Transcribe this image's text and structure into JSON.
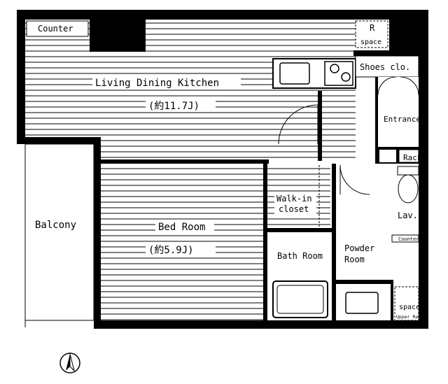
{
  "rooms": {
    "counter_top": "Counter",
    "r_label": "R",
    "space_top": "space",
    "ldk_name": "Living Dining Kitchen",
    "ldk_area": "(約11.7J)",
    "shoes": "Shoes clo.",
    "entrance": "Entrance",
    "rack": "Rack",
    "balcony": "Balcony",
    "bedroom_name": "Bed Room",
    "bedroom_area": "(約5.9J)",
    "walkin_1": "Walk-in",
    "walkin_2": "closet",
    "bath": "Bath Room",
    "powder_1": "Powder",
    "powder_2": "Room",
    "lav": "Lav.",
    "counter_small": "Counter",
    "space_bottom": "space",
    "upper_rack": "Upper Rack"
  },
  "compass": {
    "north_symbol": "N"
  },
  "colors": {
    "wall": "#000000",
    "floor_line": "#000000",
    "background": "#ffffff"
  }
}
